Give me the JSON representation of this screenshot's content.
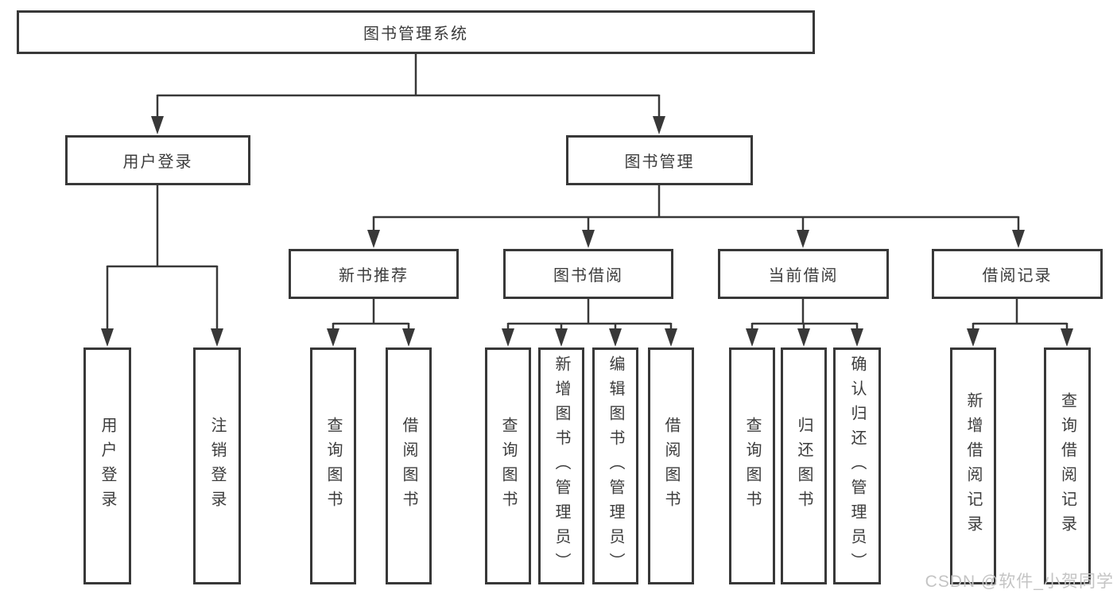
{
  "diagram": {
    "root": {
      "label": "图书管理系统"
    },
    "level2": [
      {
        "id": "user-login",
        "label": "用户登录"
      },
      {
        "id": "book-management",
        "label": "图书管理"
      }
    ],
    "level3": [
      {
        "id": "new-book-recommend",
        "label": "新书推荐"
      },
      {
        "id": "book-borrowing",
        "label": "图书借阅"
      },
      {
        "id": "current-borrowing",
        "label": "当前借阅"
      },
      {
        "id": "borrowing-records",
        "label": "借阅记录"
      }
    ],
    "leaves": [
      {
        "id": "user-login-action",
        "label": "用户登录"
      },
      {
        "id": "logout-action",
        "label": "注销登录"
      },
      {
        "id": "query-books-recommend",
        "label": "查询图书"
      },
      {
        "id": "borrow-books-recommend",
        "label": "借阅图书"
      },
      {
        "id": "query-books-borrowing",
        "label": "查询图书"
      },
      {
        "id": "add-books-admin",
        "label": "新增图书（管理员）"
      },
      {
        "id": "edit-books-admin",
        "label": "编辑图书（管理员）"
      },
      {
        "id": "borrow-books-borrowing",
        "label": "借阅图书"
      },
      {
        "id": "query-books-current",
        "label": "查询图书"
      },
      {
        "id": "return-books",
        "label": "归还图书"
      },
      {
        "id": "confirm-return-admin",
        "label": "确认归还（管理员）"
      },
      {
        "id": "add-borrow-record",
        "label": "新增借阅记录"
      },
      {
        "id": "query-borrow-record",
        "label": "查询借阅记录"
      }
    ]
  },
  "watermark": {
    "text": "CSDN @软件_小贺同学"
  },
  "colors": {
    "line": "#383838",
    "text": "#3c3c3c",
    "watermark": "#c4c4c4",
    "background": "#ffffff"
  }
}
